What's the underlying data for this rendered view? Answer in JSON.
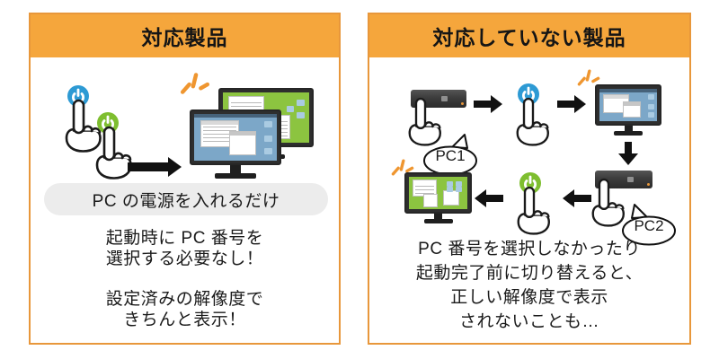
{
  "left_panel": {
    "title": "対応製品",
    "pill": "PC の電源を入れるだけ",
    "note1_line1": "起動時に PC 番号を",
    "note1_line2": "選択する必要なし！",
    "note2_line1": "設定済みの解像度で",
    "note2_line2": "きちんと表示！"
  },
  "right_panel": {
    "title": "対応していない製品",
    "pc1_label": "PC1",
    "pc2_label": "PC2",
    "note_line1": "PC 番号を選択しなかったり",
    "note_line2": "起動完了前に切り替えると、",
    "note_line3": "正しい解像度で表示",
    "note_line4": "されないことも…"
  },
  "colors": {
    "header_bg": "#F5A63C",
    "panel_border": "#E8973B",
    "power_button_blue": "#2D9AD4",
    "power_button_green": "#7EBE2F",
    "screen_blue": "#7CA7C8",
    "screen_green": "#8CC440",
    "sparkle_orange": "#EF9630",
    "pill_bg": "#ECECEC",
    "arrow_black": "#111111",
    "device_gray": "#3C3C3C"
  }
}
